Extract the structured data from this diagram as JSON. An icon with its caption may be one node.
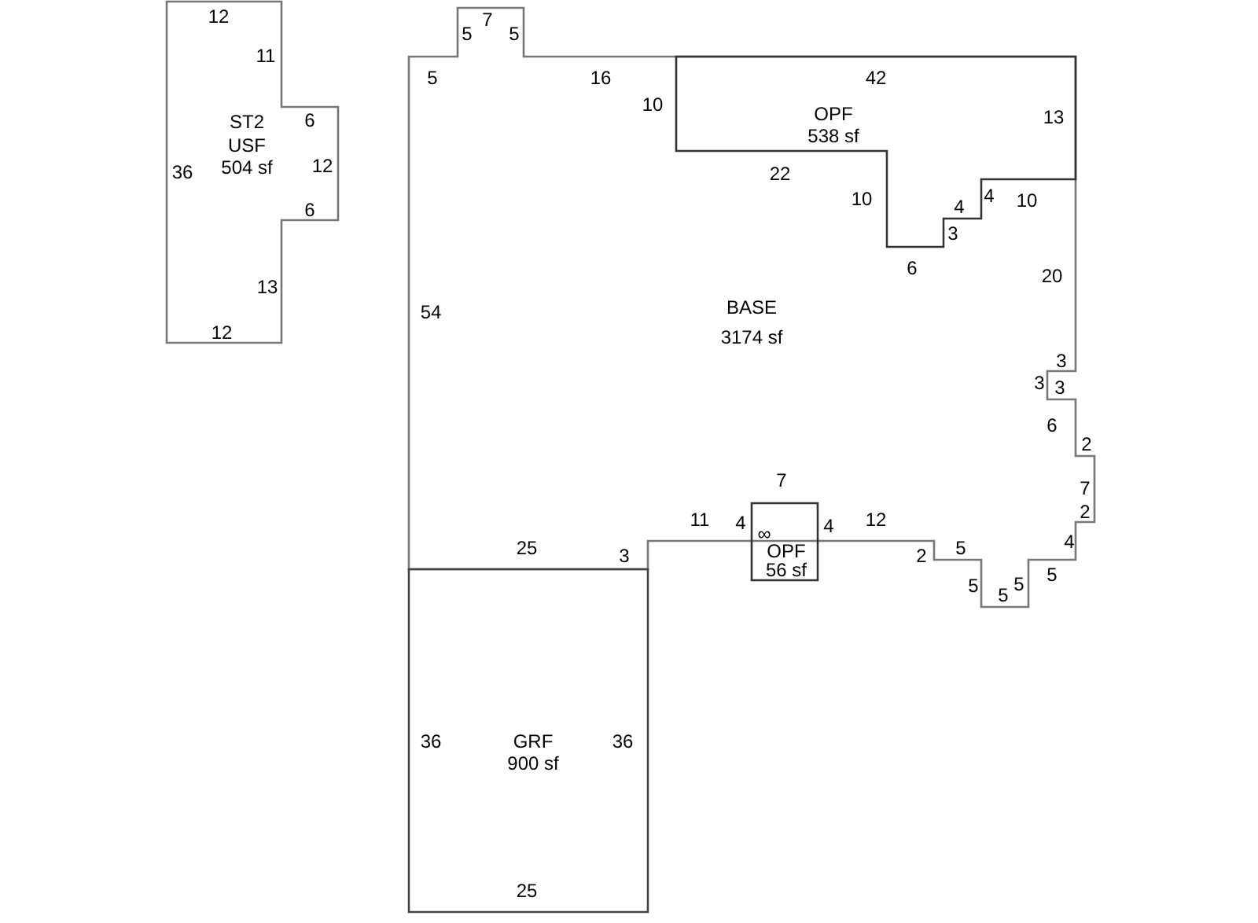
{
  "diagram": {
    "nodes": [
      {
        "text": [
          "ST2",
          "USF",
          "504 sf"
        ]
      },
      {
        "text": [
          "BASE",
          "3174 sf"
        ]
      },
      {
        "text": [
          "OPF",
          "538 sf"
        ],
        "in": 1
      },
      {
        "text": [
          "∞",
          "OPF",
          "56 sf"
        ]
      },
      {
        "text": [
          "GRF",
          "900 sf"
        ]
      }
    ],
    "labels": [
      "12",
      "11",
      "6",
      "12",
      "36",
      "6",
      "13",
      "12",
      "5",
      "7",
      "5",
      "5",
      "16",
      "42",
      "10",
      "13",
      "22",
      "10",
      "4",
      "4",
      "10",
      "3",
      "6",
      "20",
      "54",
      "3",
      "3",
      "3",
      "6",
      "2",
      "7",
      "7",
      "2",
      "11",
      "4",
      "4",
      "12",
      "25",
      "4",
      "3",
      "2",
      "5",
      "5",
      "5",
      "5",
      "5",
      "36",
      "36",
      "25"
    ]
  }
}
